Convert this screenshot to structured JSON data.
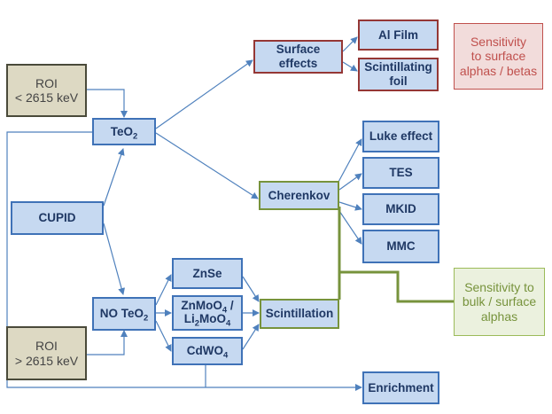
{
  "nodes": {
    "roi_low": "ROI\n< 2615 keV",
    "roi_high": "ROI\n> 2615 keV",
    "teo2": [
      "TeO",
      "2",
      ""
    ],
    "cupid": "CUPID",
    "no_teo2": [
      "NO TeO",
      "2",
      ""
    ],
    "surface_effects": "Surface\neffects",
    "al_film": "Al Film",
    "scintillating_foil": "Scintillating\nfoil",
    "cherenkov": "Cherenkov",
    "luke_effect": "Luke effect",
    "tes": "TES",
    "mkid": "MKID",
    "mmc": "MMC",
    "znse": "ZnSe",
    "znmoo4": {
      "line1": [
        "ZnMoO",
        "4",
        " /"
      ],
      "line2": [
        "Li",
        "2",
        "MoO",
        "4"
      ]
    },
    "cdwo4": [
      "CdWO",
      "4",
      ""
    ],
    "scintillation": "Scintillation",
    "enrichment": "Enrichment"
  },
  "callouts": {
    "surface_sensitivity": "Sensitivity\nto surface\nalphas / betas",
    "bulk_sensitivity": "Sensitivity to\nbulk / surface\nalphas"
  },
  "colors": {
    "node_fill": "#c6d9f1",
    "node_border": "#3f72b7",
    "node_text": "#1f3864",
    "roi_fill": "#ddd9c3",
    "arrow": "#4f81bd",
    "red_border": "#953735",
    "green_border": "#77933c",
    "red_callout_fill": "#f2dcdb",
    "green_callout_fill": "#ebf1de"
  }
}
